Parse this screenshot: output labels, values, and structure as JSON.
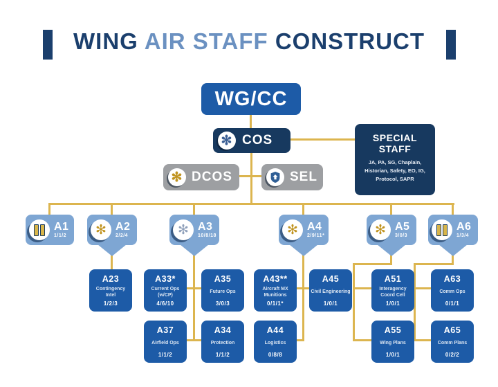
{
  "title": {
    "part1": "WING ",
    "part2": "AIR STAFF",
    "part3": " CONSTRUCT"
  },
  "colors": {
    "navy": "#17395f",
    "medium_blue": "#1d5ba7",
    "light_blue": "#7ea6d3",
    "gray": "#9d9fa2",
    "gold_line": "#dcb54f",
    "title_navy": "#1b3f6d",
    "title_light_blue": "#6b91c1",
    "gold_insignia": "#c0931f",
    "silver_insignia": "#8fa0ba"
  },
  "icons": {
    "star_glyph": "✻",
    "names": [
      "star-insignia-icon",
      "captain-bars-icon",
      "shield-chevron-icon"
    ]
  },
  "org": {
    "wgcc": {
      "label": "WG/CC"
    },
    "cos": {
      "label": "COS",
      "icon": "star-insignia-icon"
    },
    "special_staff": {
      "title": "SPECIAL\nSTAFF",
      "body": "JA, PA, SG, Chaplain, Historian, Safety, EO, IG, Protocol, SAPR"
    },
    "dcos": {
      "label": "DCOS",
      "icon": "gold-star-insignia-icon"
    },
    "sel": {
      "label": "SEL",
      "icon": "shield-chevron-icon"
    },
    "directorates": [
      {
        "id": "A1",
        "numbers": "1/1/2",
        "icon": "captain-bars-icon"
      },
      {
        "id": "A2",
        "numbers": "2/2/4",
        "icon": "gold-star-insignia-icon"
      },
      {
        "id": "A3",
        "numbers": "10/8/18",
        "icon": "silver-star-insignia-icon"
      },
      {
        "id": "A4",
        "numbers": "2/9/11*",
        "icon": "gold-star-insignia-icon"
      },
      {
        "id": "A5",
        "numbers": "3/0/3",
        "icon": "gold-star-insignia-icon"
      },
      {
        "id": "A6",
        "numbers": "1/3/4",
        "icon": "captain-bars-icon"
      }
    ],
    "subunits": [
      {
        "id": "A23",
        "name": "Contingency Intel",
        "numbers": "1/2/3"
      },
      {
        "id": "A33*",
        "name": "Current Ops (w/CP)",
        "numbers": "4/6/10"
      },
      {
        "id": "A35",
        "name": "Future Ops",
        "numbers": "3/0/3"
      },
      {
        "id": "A43**",
        "name": "Aircraft MX Munitions",
        "numbers": "0/1/1*"
      },
      {
        "id": "A45",
        "name": "Civil Engineering",
        "numbers": "1/0/1"
      },
      {
        "id": "A51",
        "name": "Interagency Coord Cell",
        "numbers": "1/0/1"
      },
      {
        "id": "A63",
        "name": "Comm Ops",
        "numbers": "0/1/1"
      },
      {
        "id": "A37",
        "name": "Airfield Ops",
        "numbers": "1/1/2"
      },
      {
        "id": "A34",
        "name": "Protection",
        "numbers": "1/1/2"
      },
      {
        "id": "A44",
        "name": "Logistics",
        "numbers": "0/8/8"
      },
      {
        "id": "A55",
        "name": "Wing Plans",
        "numbers": "1/0/1"
      },
      {
        "id": "A65",
        "name": "Comm Plans",
        "numbers": "0/2/2"
      }
    ]
  }
}
